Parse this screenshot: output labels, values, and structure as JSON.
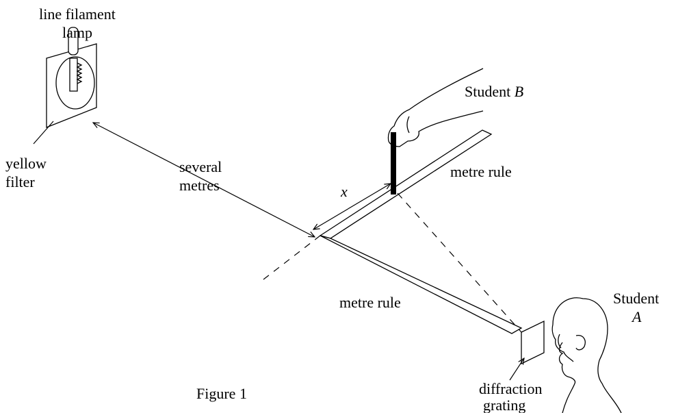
{
  "labels": {
    "lamp_line1": "line filament",
    "lamp_line2": "lamp",
    "filter_line1": "yellow",
    "filter_line2": "filter",
    "distance_line1": "several",
    "distance_line2": "metres",
    "x": "x",
    "student_b_word": "Student",
    "student_b_letter": "B",
    "rule_top": "metre rule",
    "rule_bottom": "metre rule",
    "student_a_word": "Student",
    "student_a_letter": "A",
    "grating_line1": "diffraction",
    "grating_line2": "grating",
    "figure_caption": "Figure 1"
  }
}
